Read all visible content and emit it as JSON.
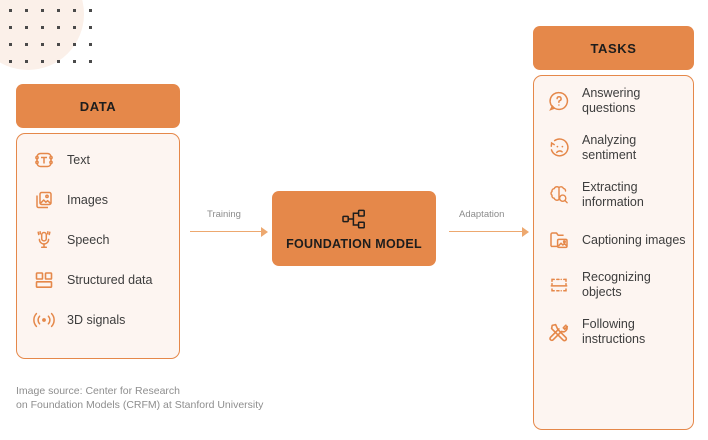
{
  "colors": {
    "orange": "#E5884A",
    "orange_light": "#EDA86F",
    "panel_bg": "#FDF5F1",
    "blob": "#FBF0E9",
    "text_dark": "#3D3D3D",
    "text_muted": "#8C8C8C"
  },
  "decoration": {
    "dot_grid": {
      "name": "dot-grid-pattern",
      "columns": 6,
      "rows": 4
    },
    "blob": {
      "name": "peach-circle-blob"
    }
  },
  "data_column": {
    "header": "DATA",
    "items": [
      {
        "icon": "text-icon",
        "label": "Text"
      },
      {
        "icon": "images-icon",
        "label": "Images"
      },
      {
        "icon": "speech-microphone-icon",
        "label": "Speech"
      },
      {
        "icon": "structured-data-icon",
        "label": "Structured data"
      },
      {
        "icon": "3d-signals-icon",
        "label": "3D signals"
      }
    ]
  },
  "center": {
    "icon": "network-hierarchy-icon",
    "title": "FOUNDATION MODEL"
  },
  "arrows": {
    "training": {
      "label": "Training",
      "icon": "arrow-right-icon"
    },
    "adaptation": {
      "label": "Adaptation",
      "icon": "arrow-right-icon"
    }
  },
  "tasks_column": {
    "header": "TASKS",
    "items": [
      {
        "icon": "question-bubble-icon",
        "label": "Answering questions"
      },
      {
        "icon": "sentiment-face-icon",
        "label": "Analyzing sentiment"
      },
      {
        "icon": "brain-search-icon",
        "label": "Extracting information"
      },
      {
        "icon": "image-caption-icon",
        "label": "Captioning images"
      },
      {
        "icon": "object-scan-icon",
        "label": "Recognizing objects"
      },
      {
        "icon": "tools-icon",
        "label": "Following instructions"
      }
    ]
  },
  "caption": {
    "line1": "Image source: Center for Research",
    "line2": "on Foundation Models (CRFM) at Stanford University"
  }
}
